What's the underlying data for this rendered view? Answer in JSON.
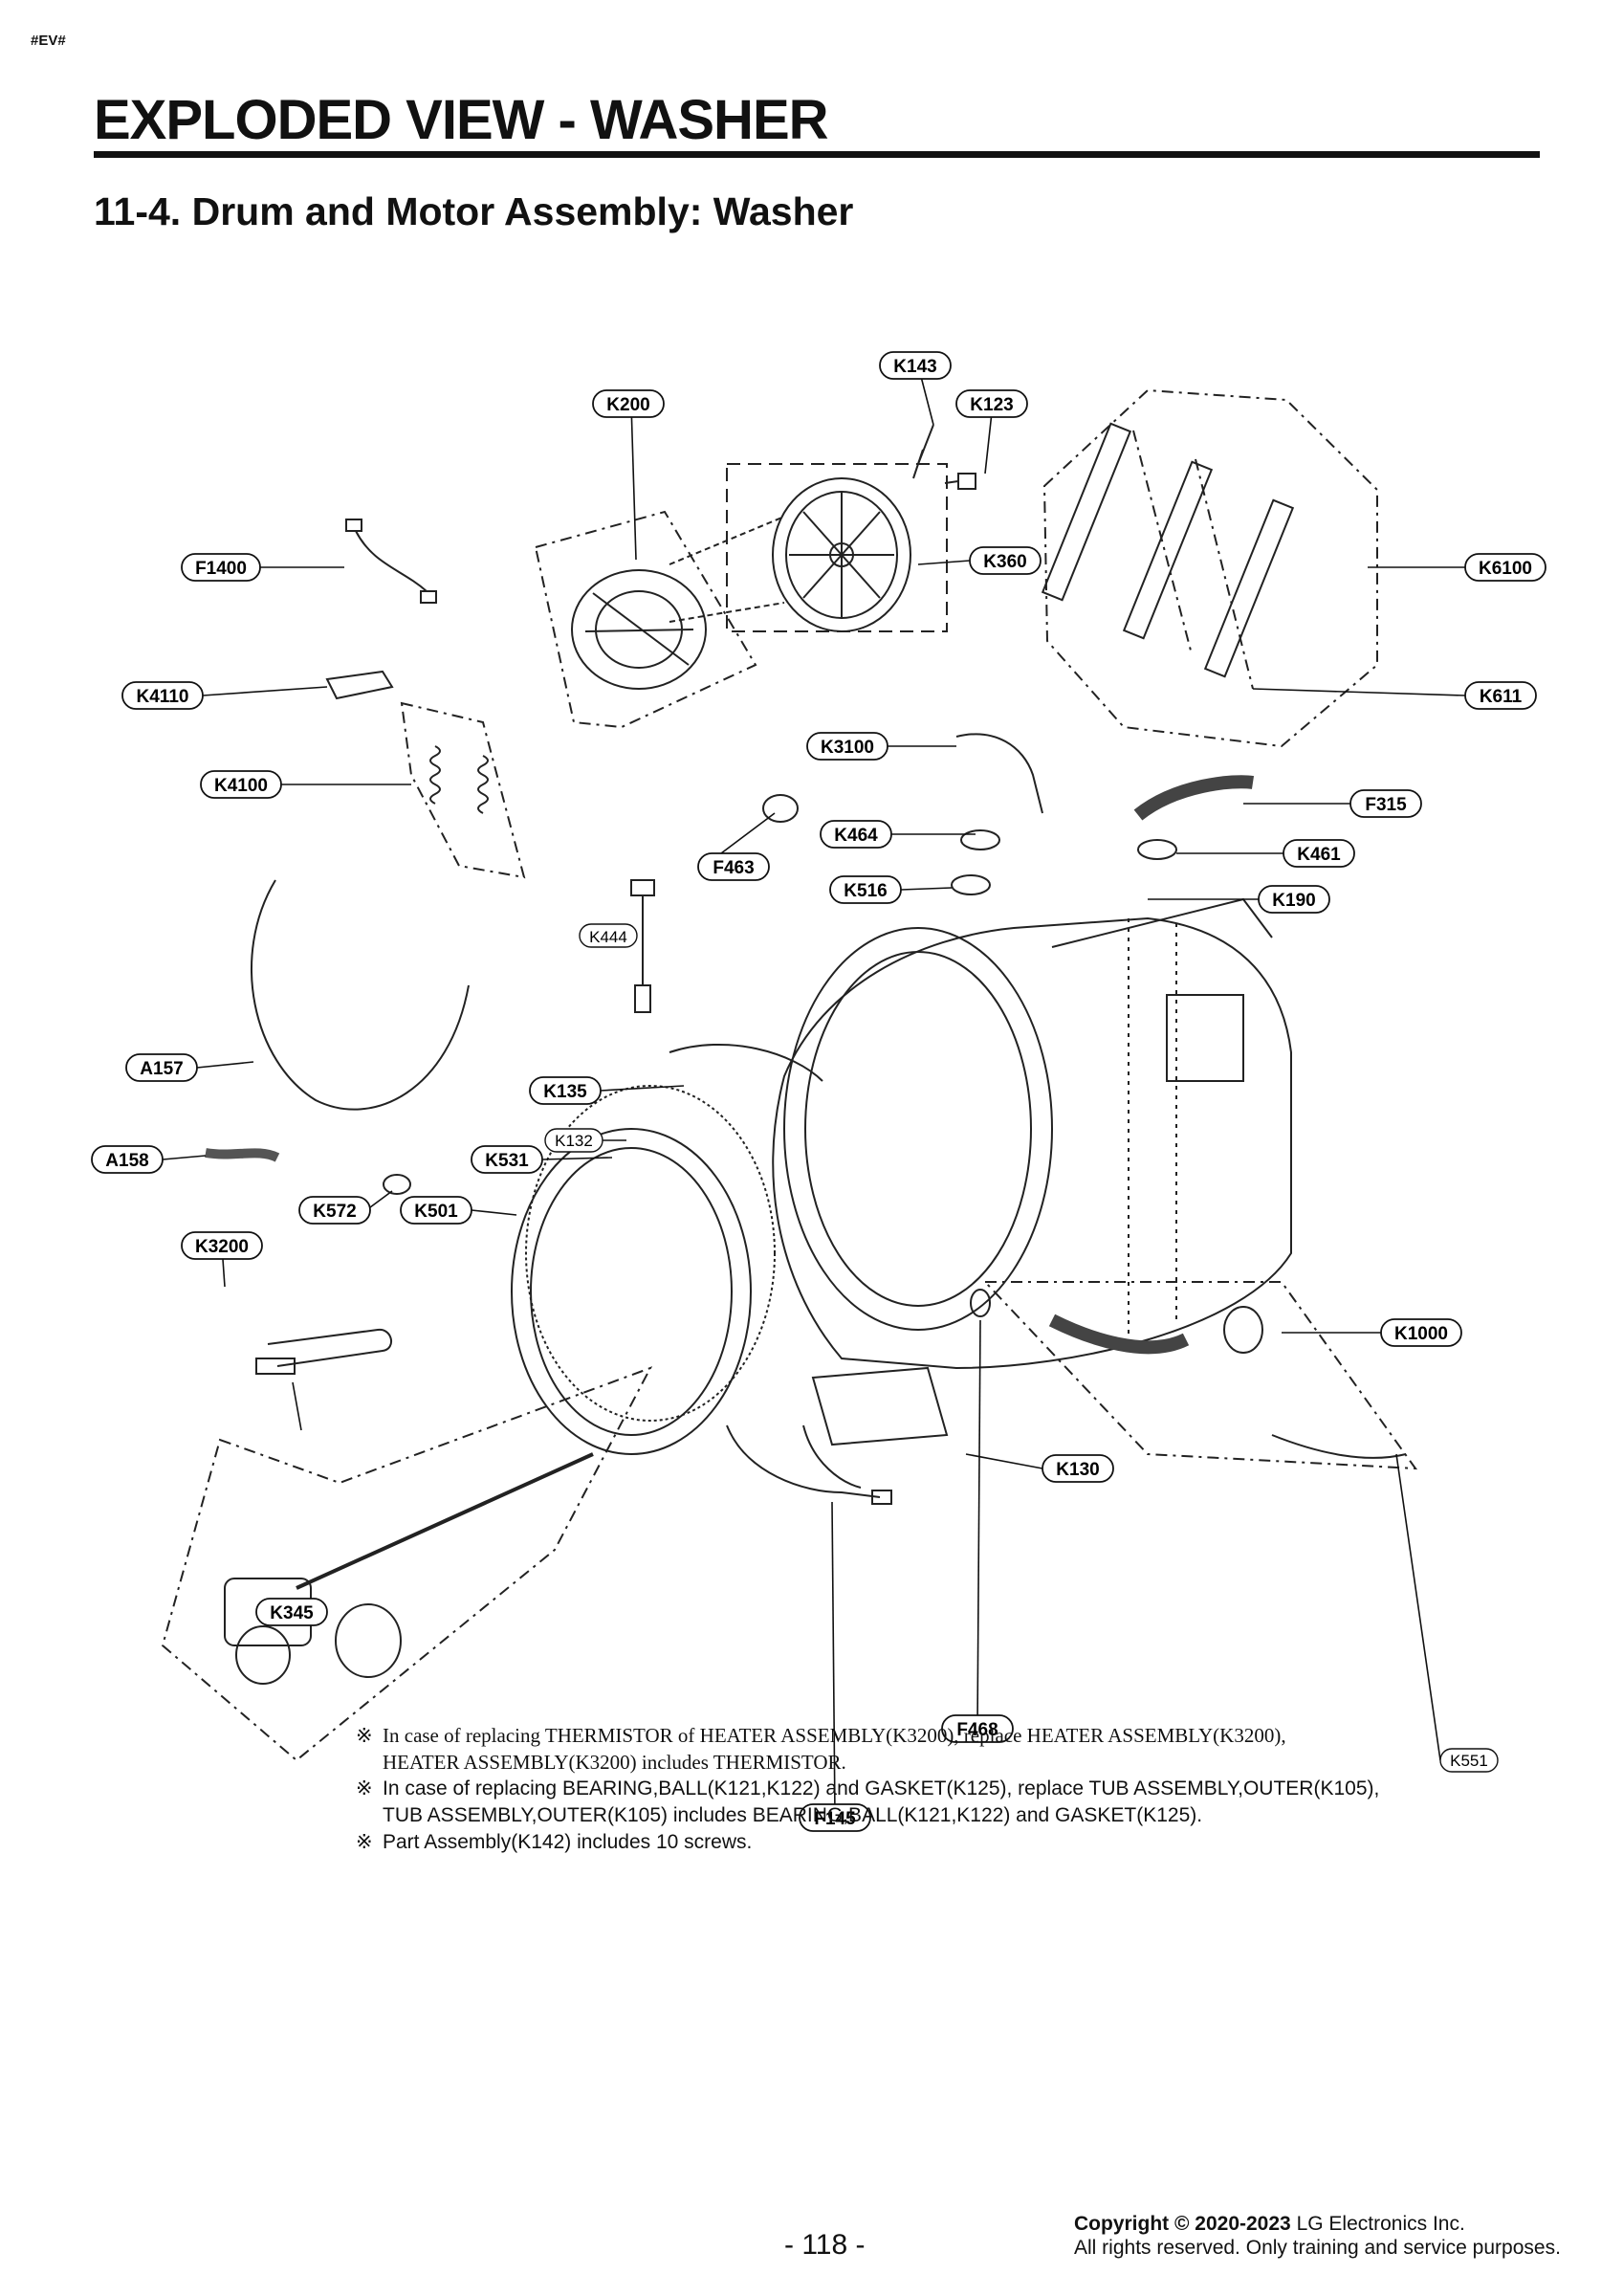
{
  "doc_tag": "#EV#",
  "title": "EXPLODED VIEW - WASHER",
  "subtitle": "11-4. Drum and Motor Assembly: Washer",
  "callouts": {
    "K143": "K143",
    "K123": "K123",
    "K200": "K200",
    "K360": "K360",
    "K6100": "K6100",
    "F1400": "F1400",
    "K611": "K611",
    "K4110": "K4110",
    "K3100": "K3100",
    "K4100": "K4100",
    "F315": "F315",
    "K464": "K464",
    "K461": "K461",
    "F463": "F463",
    "K516": "K516",
    "K190": "K190",
    "K444": "K444",
    "A157": "A157",
    "K135": "K135",
    "K132": "K132",
    "A158": "A158",
    "K531": "K531",
    "K572": "K572",
    "K501": "K501",
    "K3200": "K3200",
    "K1000": "K1000",
    "K130": "K130",
    "K345": "K345",
    "F468": "F468",
    "K551": "K551",
    "F145": "F145"
  },
  "notes": {
    "mark": "※",
    "n1_line1": "In case of replacing THERMISTOR of HEATER ASSEMBLY(K3200), replace HEATER ASSEMBLY(K3200),",
    "n1_line2": "HEATER ASSEMBLY(K3200) includes THERMISTOR.",
    "n2_line1": "In case of replacing BEARING,BALL(K121,K122) and GASKET(K125), replace TUB ASSEMBLY,OUTER(K105),",
    "n2_line2": "TUB ASSEMBLY,OUTER(K105) includes BEARING,BALL(K121,K122) and GASKET(K125).",
    "n3": "Part Assembly(K142) includes 10 screws."
  },
  "page_number": "- 118 -",
  "copyright": {
    "line1_bold": "Copyright © 2020-2023",
    "line1_rest": "LG Electronics Inc.",
    "line2": "All rights reserved. Only training and service purposes."
  }
}
